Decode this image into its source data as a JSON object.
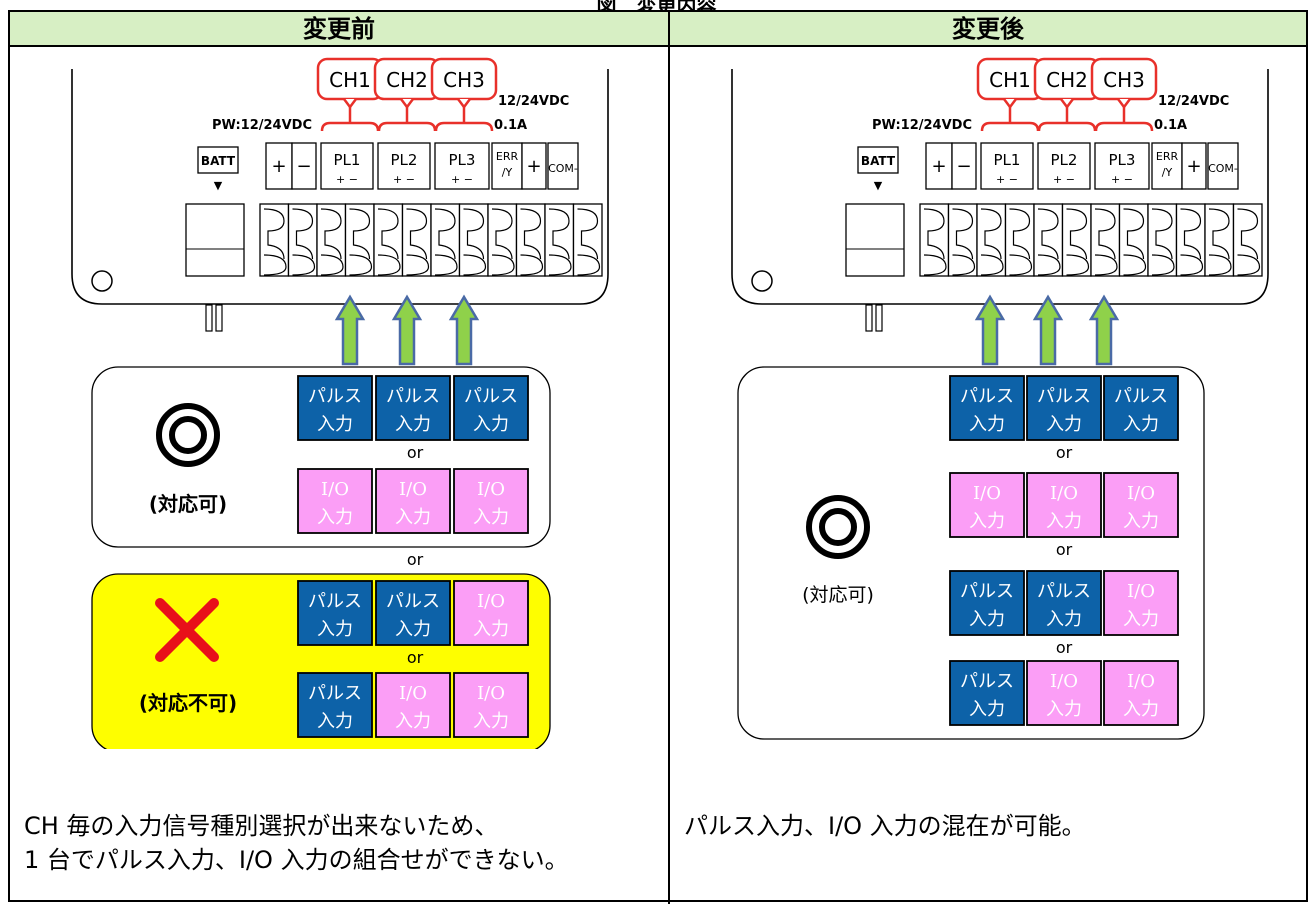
{
  "caption": "図　変更内容",
  "columns": {
    "before": {
      "header": "変更前",
      "device": {
        "channels": [
          "CH1",
          "CH2",
          "CH3"
        ],
        "power_label": "PW:12/24VDC",
        "rating_label": "12/24VDC",
        "current_label": "0.1A",
        "batt_label": "BATT",
        "terminals": [
          "+",
          "−",
          "PL1",
          "PL2",
          "PL3",
          "ERR/Y",
          "+",
          "COM-"
        ],
        "polarity": "+ −"
      },
      "ok_box": {
        "symbol": "◎",
        "status": "(対応可)",
        "rows": [
          [
            "パルス入力",
            "パルス入力",
            "パルス入力"
          ],
          [
            "I/O入力",
            "I/O入力",
            "I/O入力"
          ]
        ],
        "separator": "or"
      },
      "between": "or",
      "ng_box": {
        "symbol": "✕",
        "status": "(対応不可)",
        "rows": [
          [
            "パルス入力",
            "パルス入力",
            "I/O入力"
          ],
          [
            "パルス入力",
            "I/O入力",
            "I/O入力"
          ]
        ],
        "separator": "or"
      },
      "note_line1": "CH 毎の入力信号種別選択が出来ないため、",
      "note_line2": "1 台でパルス入力、I/O 入力の組合せができない。"
    },
    "after": {
      "header": "変更後",
      "device": {
        "channels": [
          "CH1",
          "CH2",
          "CH3"
        ],
        "power_label": "PW:12/24VDC",
        "rating_label": "12/24VDC",
        "current_label": "0.1A",
        "batt_label": "BATT",
        "terminals": [
          "+",
          "−",
          "PL1",
          "PL2",
          "PL3",
          "ERR/Y",
          "+",
          "COM-"
        ],
        "polarity": "+ −"
      },
      "ok_box": {
        "symbol": "◎",
        "status": "(対応可)",
        "rows": [
          [
            "パルス入力",
            "パルス入力",
            "パルス入力"
          ],
          [
            "I/O入力",
            "I/O入力",
            "I/O入力"
          ],
          [
            "パルス入力",
            "パルス入力",
            "I/O入力"
          ],
          [
            "パルス入力",
            "I/O入力",
            "I/O入力"
          ]
        ],
        "separator": "or"
      },
      "note_line1": "パルス入力、I/O 入力の混在が可能。"
    }
  },
  "colors": {
    "header_bg": "#d7efc4",
    "pulse_bg": "#0d62a8",
    "io_bg": "#fb9ef6",
    "channel_callout": "#e8302a",
    "arrow_fill": "#8fd14a",
    "arrow_stroke": "#4a6aa6",
    "ng_box_bg": "#fefe00",
    "ng_cross": "#e8101a"
  }
}
